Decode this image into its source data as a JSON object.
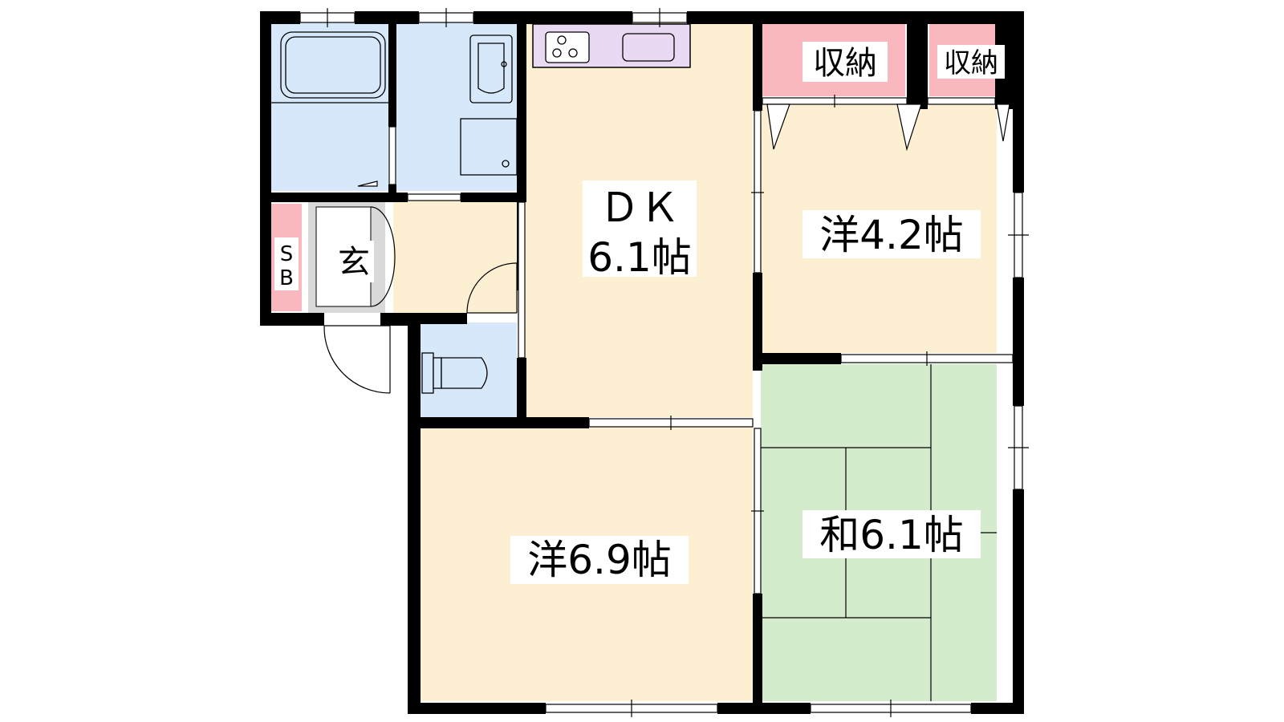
{
  "rooms": {
    "dk": {
      "name": "ＤＫ",
      "size": "6.1帖"
    },
    "western_small": {
      "label": "洋4.2帖"
    },
    "western_large": {
      "label": "洋6.9帖"
    },
    "japanese": {
      "label": "和6.1帖"
    },
    "entrance": {
      "label": "玄"
    },
    "shoebox": {
      "label_top": "S",
      "label_bottom": "B"
    },
    "storage_a": {
      "label": "収納"
    },
    "storage_b": {
      "label": "収納"
    }
  },
  "colors": {
    "wall": "#000000",
    "wet_area": "#d8e8fb",
    "room_floor": "#fdf0d2",
    "tatami": "#d4ebcc",
    "storage": "#f9b8be",
    "kitchen_counter": "#e9d9f3",
    "entrance_floor": "#d9d9d9"
  }
}
